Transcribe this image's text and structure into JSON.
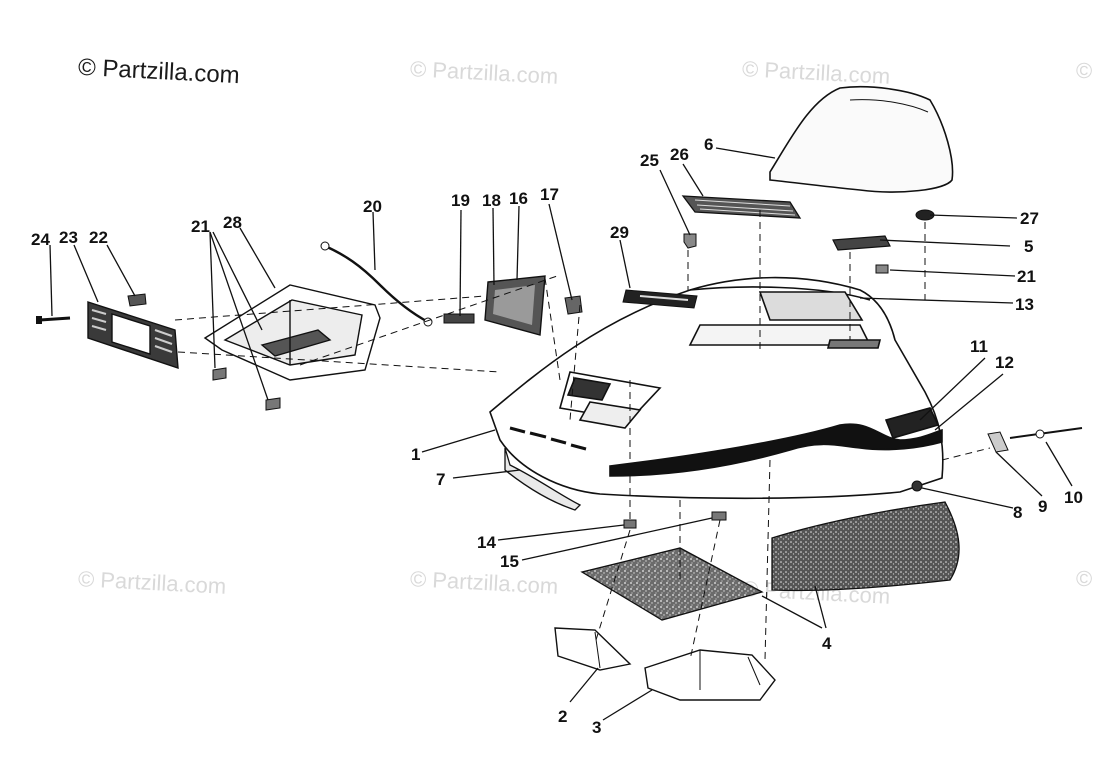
{
  "watermark": {
    "primary": "© Partzilla.com",
    "repeat": "© Partzilla.com",
    "edge": "©"
  },
  "callouts": [
    "1",
    "2",
    "3",
    "4",
    "5",
    "6",
    "7",
    "8",
    "9",
    "10",
    "11",
    "12",
    "13",
    "14",
    "15",
    "16",
    "17",
    "18",
    "19",
    "20",
    "21",
    "21",
    "21",
    "22",
    "23",
    "24",
    "25",
    "26",
    "27",
    "28",
    "29"
  ]
}
